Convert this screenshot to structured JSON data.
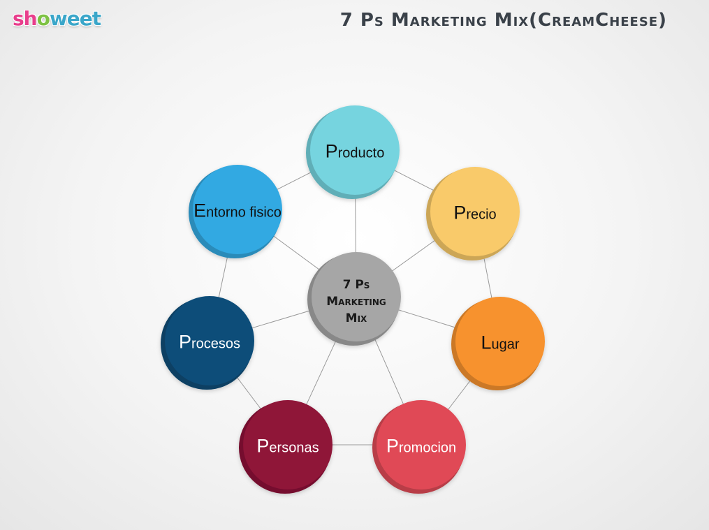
{
  "logo": {
    "text_s": "sh",
    "text_o": "o",
    "text_rest": "weet"
  },
  "title": "7 Ps Marketing Mix(CreamCheese)",
  "center": {
    "line1": "7 Ps",
    "line2": "Marketing",
    "line3": "Mix",
    "color": "#a6a6a6"
  },
  "nodes": [
    {
      "cap": "P",
      "rest": "roducto",
      "color": "#76d4df",
      "light": false
    },
    {
      "cap": "P",
      "rest": "recio",
      "color": "#f9ca6a",
      "light": false
    },
    {
      "cap": "L",
      "rest": "ugar",
      "color": "#f7922e",
      "light": false
    },
    {
      "cap": "P",
      "rest": "romocion",
      "color": "#e04a57",
      "light": true
    },
    {
      "cap": "P",
      "rest": "ersonas",
      "color": "#8f1239",
      "light": true
    },
    {
      "cap": "P",
      "rest": "rocesos",
      "color": "#0a4d79",
      "light": true
    },
    {
      "cap": "E",
      "rest": "ntorno fisico",
      "color": "#33a9e2",
      "light": false
    }
  ]
}
